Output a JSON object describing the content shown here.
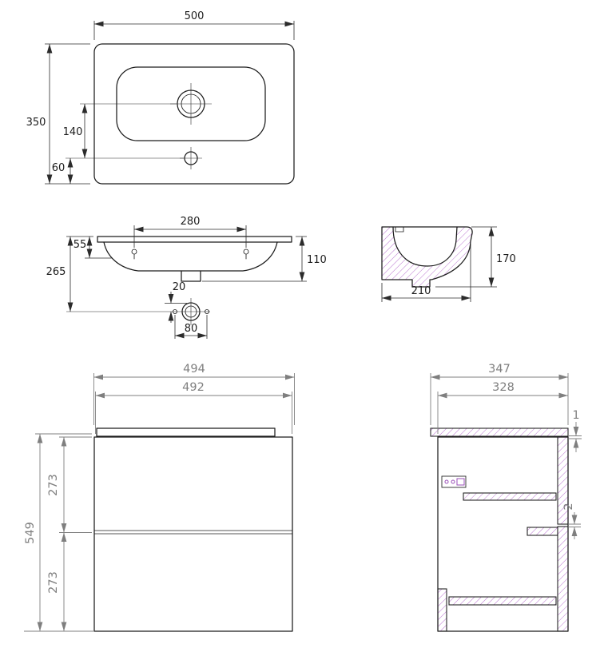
{
  "drawing": {
    "subject": "Washbasin and vanity cabinet technical drawing",
    "units": "mm",
    "colors": {
      "outline": "#1c1c1c",
      "dimension_primary": "#2b2b2b",
      "dimension_secondary": "#7f7f7f",
      "section_hatch": "#b366cc",
      "background": "#ffffff"
    },
    "views": {
      "basin_top": {
        "label": "washbasin top view",
        "dims": {
          "overall_width": "500",
          "overall_depth": "350",
          "drain_to_tap": "140",
          "tap_to_front_edge": "60"
        }
      },
      "basin_front": {
        "label": "washbasin front view",
        "dims": {
          "fixing_hole_spacing": "280",
          "rim_height": "55",
          "rim_to_drain_axis": "265",
          "basin_height": "110",
          "drain_offset": "20",
          "drain_bolt_spacing": "80"
        }
      },
      "basin_side": {
        "label": "washbasin side section",
        "dims": {
          "overall_height": "170",
          "overall_depth": "210"
        }
      },
      "cabinet_front": {
        "label": "cabinet front view",
        "dims": {
          "top_width": "494",
          "body_width": "492",
          "overall_height": "549",
          "upper_drawer_height": "273",
          "lower_drawer_height": "273"
        }
      },
      "cabinet_side": {
        "label": "cabinet side section",
        "dims": {
          "top_depth": "347",
          "body_depth": "328",
          "top_gap": "1",
          "panel_gap": "2"
        }
      }
    }
  }
}
